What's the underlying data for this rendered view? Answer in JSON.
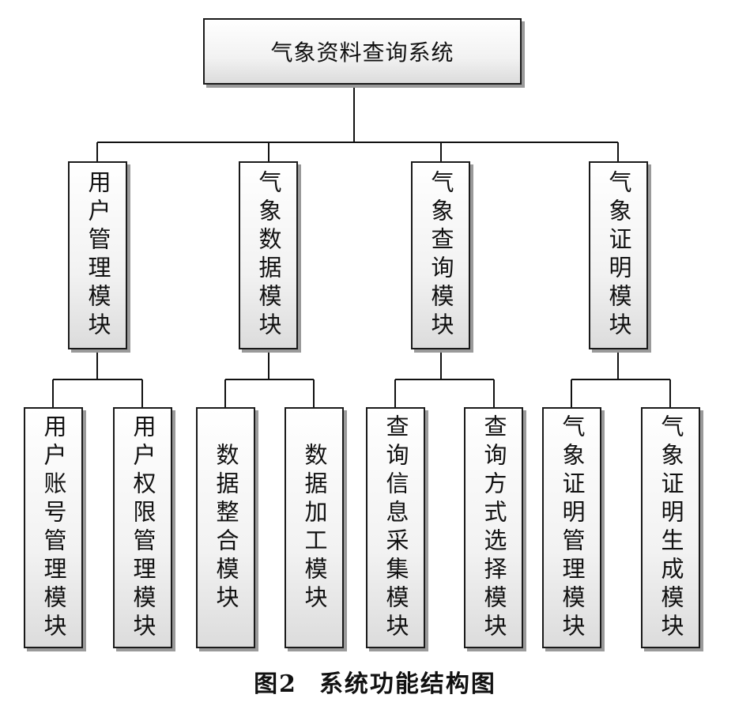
{
  "root": {
    "label": "气象资料查询系统"
  },
  "modules": [
    {
      "label": "用户管理模块",
      "children": [
        "用户账号管理模块",
        "用户权限管理模块"
      ]
    },
    {
      "label": "气象数据模块",
      "children": [
        "数据整合模块",
        "数据加工模块"
      ]
    },
    {
      "label": "气象查询模块",
      "children": [
        "查询信息采集模块",
        "查询方式选择模块"
      ]
    },
    {
      "label": "气象证明模块",
      "children": [
        "气象证明管理模块",
        "气象证明生成模块"
      ]
    }
  ],
  "caption": {
    "number": "图2",
    "text": "系统功能结构图"
  }
}
